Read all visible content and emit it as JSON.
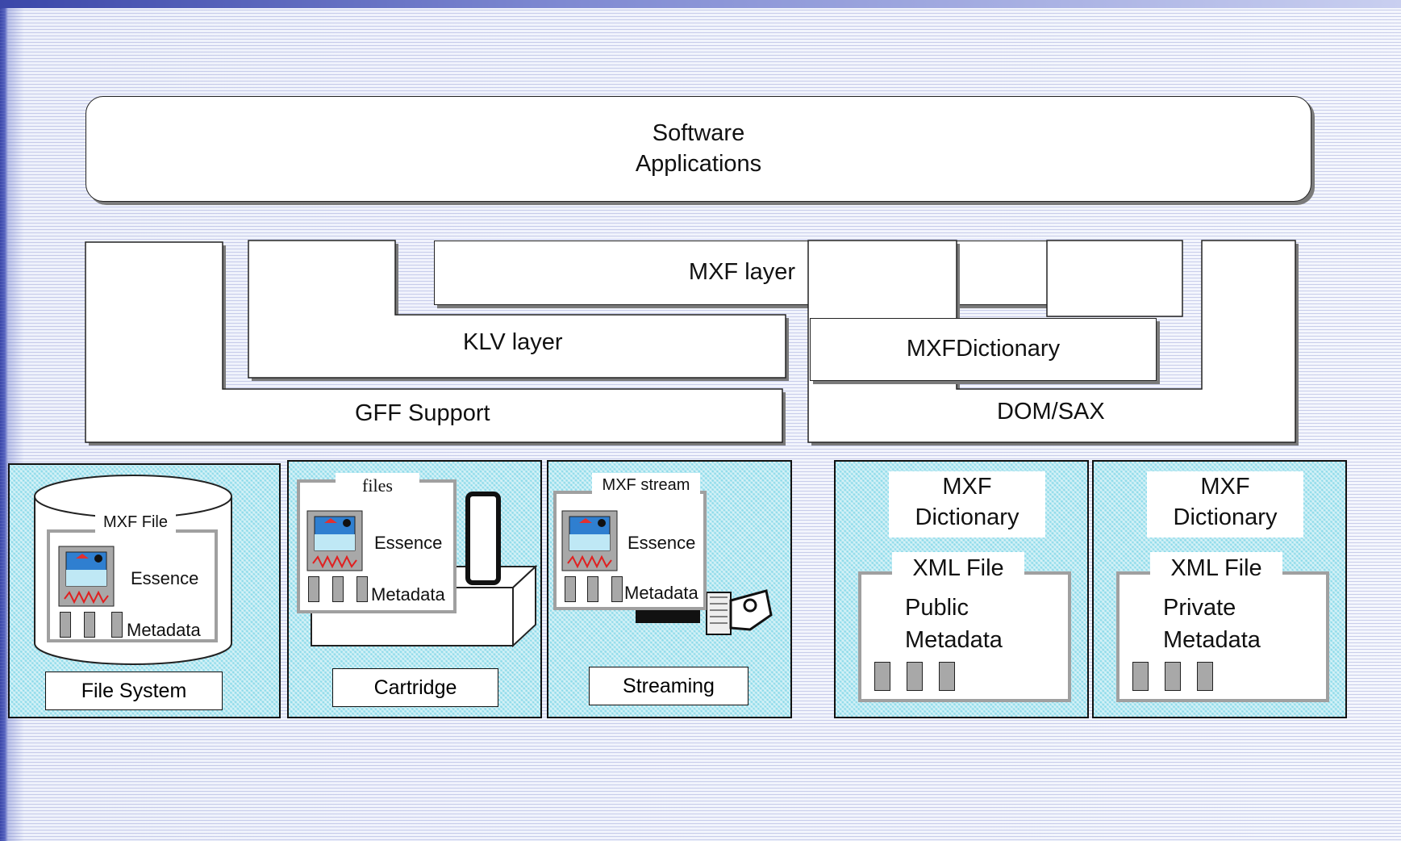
{
  "layers": {
    "software": [
      "Software",
      "Applications"
    ],
    "mxf_layer": "MXF layer",
    "klv_layer": "KLV layer",
    "mxf_dictionary": "MXFDictionary",
    "gff_support": "GFF Support",
    "dom_sax": "DOM/SAX"
  },
  "panels": {
    "file_system": {
      "label": "File System",
      "container": "MXF File",
      "essence": "Essence",
      "metadata": "Metadata"
    },
    "cartridge": {
      "label": "Cartridge",
      "container": "files",
      "essence": "Essence",
      "metadata": "Metadata"
    },
    "streaming": {
      "label": "Streaming",
      "container": "MXF stream",
      "essence": "Essence",
      "metadata": "Metadata"
    },
    "public": {
      "dict": [
        "MXF",
        "Dictionary"
      ],
      "file": "XML File",
      "meta": [
        "Public",
        "Metadata"
      ]
    },
    "private": {
      "dict": [
        "MXF",
        "Dictionary"
      ],
      "file": "XML File",
      "meta": [
        "Private",
        "Metadata"
      ]
    }
  },
  "colors": {
    "panel_fill": "#8fdbea",
    "background_lines": "#7882c8"
  }
}
